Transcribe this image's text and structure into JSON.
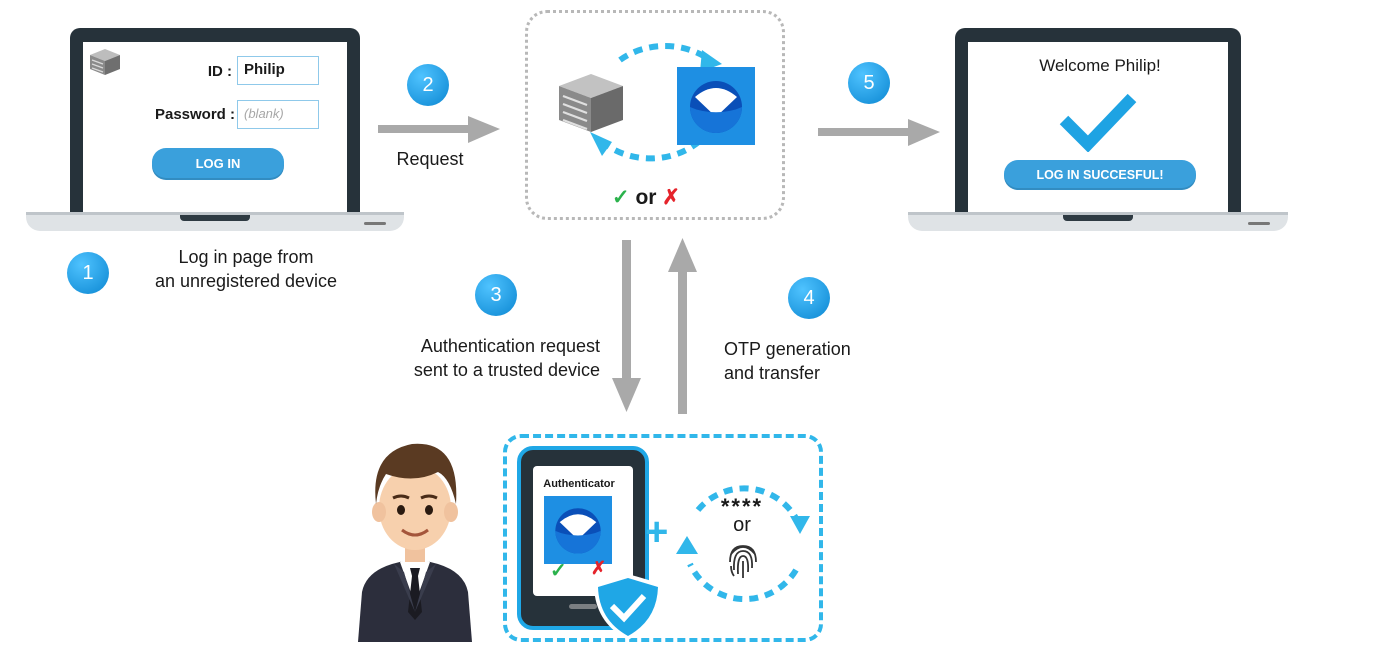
{
  "login_screen": {
    "id_label": "ID :",
    "id_value": "Philip",
    "password_label": "Password :",
    "password_placeholder": "(blank)",
    "button_label": "LOG IN"
  },
  "success_screen": {
    "welcome": "Welcome Philip!",
    "button_label": "LOG IN SUCCESFUL!"
  },
  "steps": [
    {
      "number": "1",
      "caption_line1": "Log in page from",
      "caption_line2": "an unregistered device"
    },
    {
      "number": "2",
      "caption": "Request"
    },
    {
      "number": "3",
      "caption_line1": "Authentication request",
      "caption_line2": "sent to a trusted device"
    },
    {
      "number": "4",
      "caption_line1": "OTP generation",
      "caption_line2": "and transfer"
    },
    {
      "number": "5"
    }
  ],
  "server_box": {
    "result_or": "or",
    "check_glyph": "✓",
    "cross_glyph": "✗"
  },
  "phone": {
    "app_title": "Authenticator",
    "check_glyph": "✓",
    "cross_glyph": "✗",
    "plus_glyph": "+"
  },
  "otp_loop": {
    "mask": "****",
    "or_label": "or"
  },
  "colors": {
    "accent_blue": "#31b7ea",
    "step_blue": "#0b86d1",
    "arrow_gray": "#a9a9a9",
    "laptop_dark": "#26323a",
    "check_green": "#2bb24c",
    "cross_red": "#e5232b"
  },
  "icons": [
    "server-icon",
    "authenticator-logo-icon",
    "fingerprint-icon",
    "shield-check-icon",
    "person-icon",
    "checkmark-icon"
  ]
}
